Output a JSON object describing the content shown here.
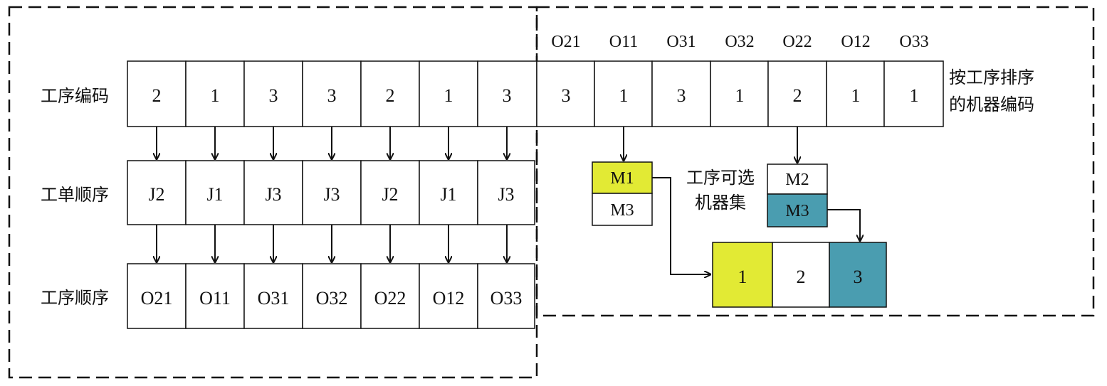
{
  "rows": {
    "operation_code": {
      "label": "工序编码",
      "cells": [
        "2",
        "1",
        "3",
        "3",
        "2",
        "1",
        "3"
      ]
    },
    "job_order": {
      "label": "工单顺序",
      "cells": [
        "J2",
        "J1",
        "J3",
        "J3",
        "J2",
        "J1",
        "J3"
      ]
    },
    "operation_order": {
      "label": "工序顺序",
      "cells": [
        "O21",
        "O11",
        "O31",
        "O32",
        "O22",
        "O12",
        "O33"
      ]
    }
  },
  "machine_code": {
    "header": [
      "O21",
      "O11",
      "O31",
      "O32",
      "O22",
      "O12",
      "O33"
    ],
    "cells": [
      "3",
      "1",
      "3",
      "1",
      "2",
      "1",
      "1"
    ],
    "label_line1": "按工序排序",
    "label_line2": "的机器编码"
  },
  "machine_sets": {
    "label_line1": "工序可选",
    "label_line2": "机器集",
    "set_a": [
      "M1",
      "M3"
    ],
    "set_b": [
      "M2",
      "M3"
    ]
  },
  "machines": [
    "1",
    "2",
    "3"
  ],
  "colors": {
    "yellow": "#e2ea34",
    "teal": "#4a9db0",
    "line": "#111111"
  }
}
